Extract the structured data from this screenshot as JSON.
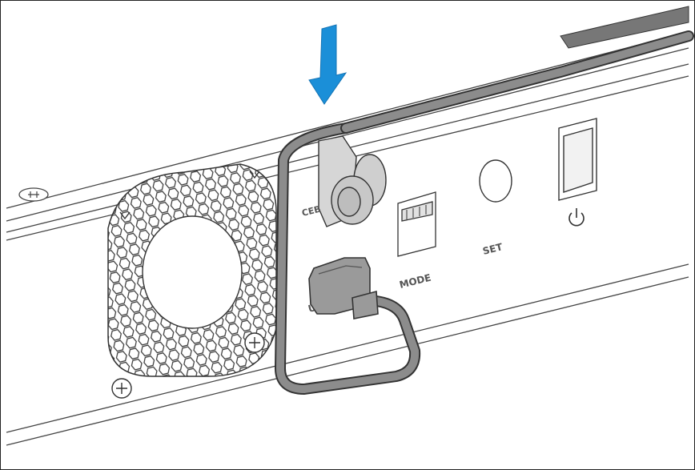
{
  "labels": {
    "mode": "MODE",
    "set": "SET",
    "usb": "USB",
    "cable_port": "CEB"
  },
  "colors": {
    "arrow": "#1b8fd8",
    "cable": "#8c8c8c",
    "cable_outline": "#333333",
    "line": "#444444"
  },
  "icons": [
    "down-arrow-icon",
    "power-icon",
    "screw-icon",
    "clip-icon",
    "fan-grille-icon",
    "dip-switch-icon",
    "toggle-switch-icon"
  ]
}
